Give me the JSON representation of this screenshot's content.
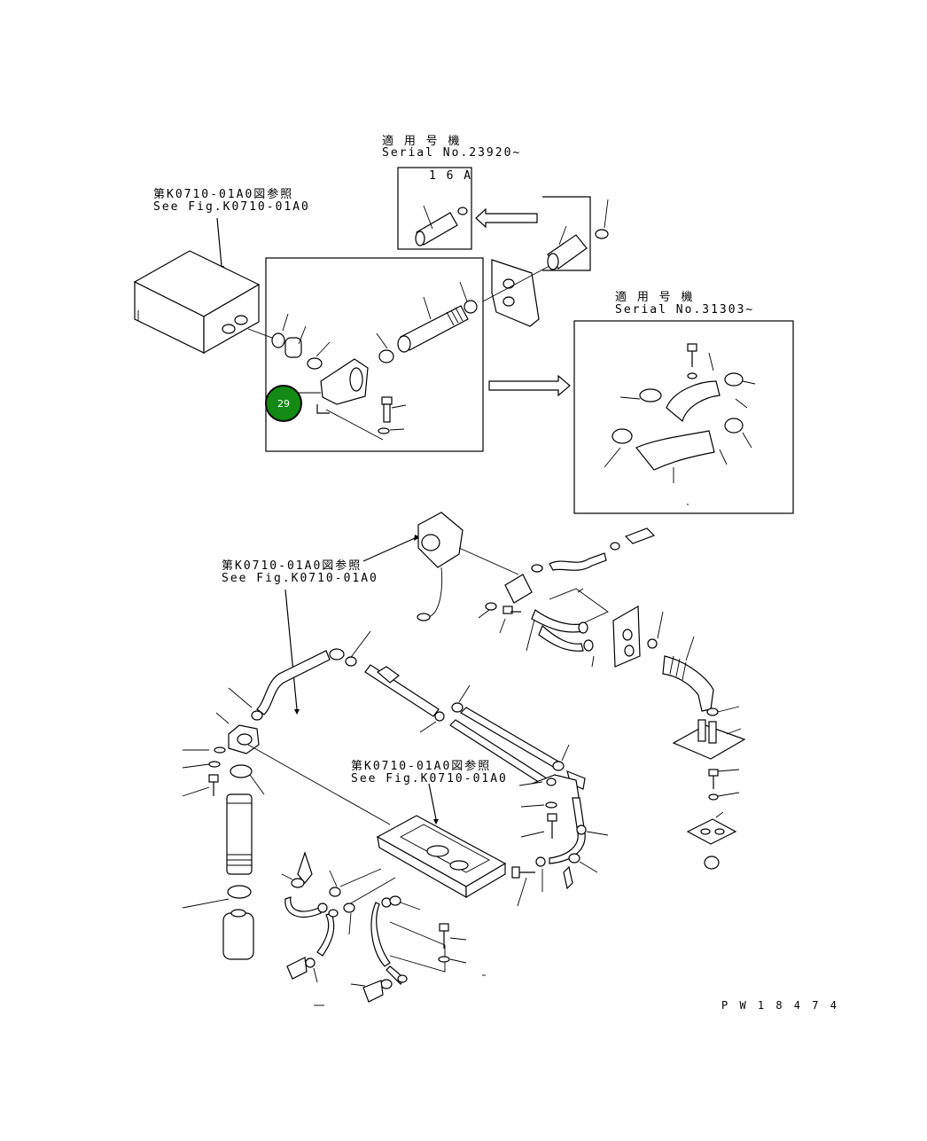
{
  "callouts": {
    "top_left": {
      "line1": "第K0710-01A0図参照",
      "line2": "See Fig.K0710-01A0"
    },
    "mid_left": {
      "line1": "第K0710-01A0図参照",
      "line2": "See Fig.K0710-01A0"
    },
    "bottom_mid": {
      "line1": "第K0710-01A0図参照",
      "line2": "See Fig.K0710-01A0"
    }
  },
  "serial_top": {
    "line1": "適 用 号 機",
    "line2": "Serial No.23920~"
  },
  "serial_right": {
    "line1": "適 用 号 機",
    "line2": "Serial No.31303~"
  },
  "inset_label": "1 6 A",
  "badge": {
    "number": "29",
    "color": "#138a13"
  },
  "drawing_code": "P W 1 8 4 7 4"
}
